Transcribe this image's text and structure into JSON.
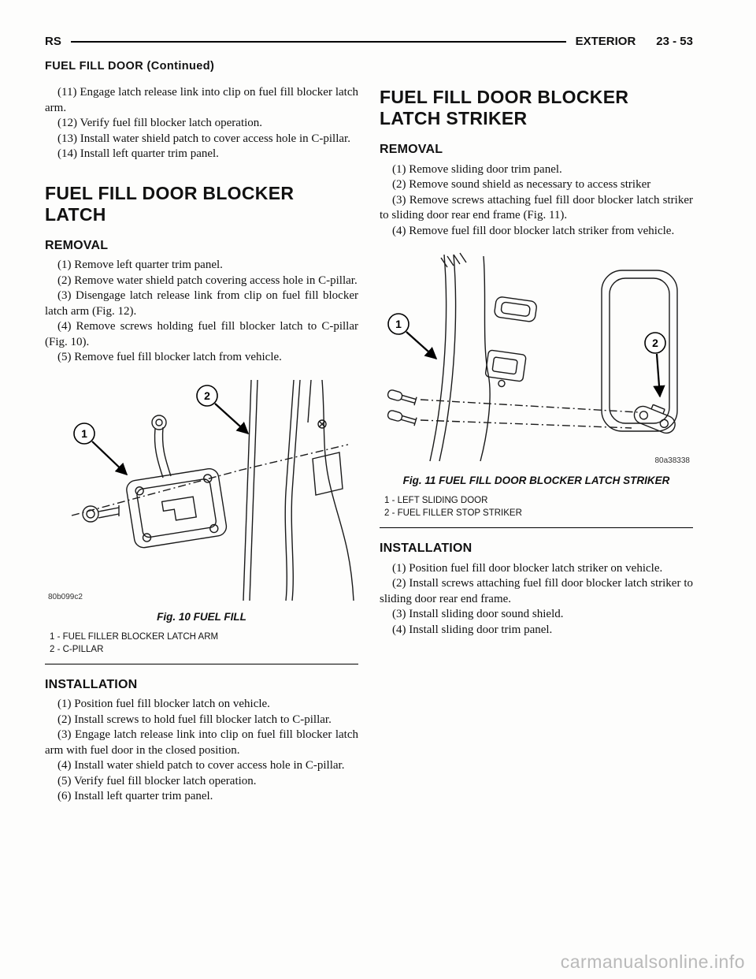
{
  "header": {
    "model": "RS",
    "section": "EXTERIOR",
    "page": "23 - 53"
  },
  "continued_heading": "FUEL FILL DOOR (Continued)",
  "left": {
    "cont_steps": [
      "(11) Engage latch release link into clip on fuel fill blocker latch arm.",
      "(12) Verify fuel fill blocker latch operation.",
      "(13) Install water shield patch to cover access hole in C-pillar.",
      "(14) Install left quarter trim panel."
    ],
    "section_title": "FUEL FILL DOOR BLOCKER LATCH",
    "removal_heading": "REMOVAL",
    "removal_steps": [
      "(1) Remove left quarter trim panel.",
      "(2) Remove water shield patch covering access hole in C-pillar.",
      "(3) Disengage latch release link from clip on fuel fill blocker latch arm (Fig. 12).",
      "(4) Remove screws holding fuel fill blocker latch to C-pillar (Fig. 10).",
      "(5) Remove fuel fill blocker latch from vehicle."
    ],
    "installation_heading": "INSTALLATION",
    "installation_steps": [
      "(1) Position fuel fill blocker latch on vehicle.",
      "(2) Install screws to hold fuel fill blocker latch to C-pillar.",
      "(3) Engage latch release link into clip on fuel fill blocker latch arm with fuel door in the closed position.",
      "(4) Install water shield patch to cover access hole in C-pillar.",
      "(5) Verify fuel fill blocker latch operation.",
      "(6) Install left quarter trim panel."
    ]
  },
  "right": {
    "section_title": "FUEL FILL DOOR BLOCKER LATCH STRIKER",
    "removal_heading": "REMOVAL",
    "removal_steps": [
      "(1) Remove sliding door trim panel.",
      "(2) Remove sound shield as necessary to access striker",
      "(3) Remove screws attaching fuel fill door blocker latch striker to sliding door rear end frame (Fig. 11).",
      "(4) Remove fuel fill door blocker latch striker from vehicle."
    ],
    "installation_heading": "INSTALLATION",
    "installation_steps": [
      "(1) Position fuel fill door blocker latch striker on vehicle.",
      "(2) Install screws attaching fuel fill door blocker latch striker to sliding door rear end frame.",
      "(3) Install sliding door sound shield.",
      "(4) Install sliding door trim panel."
    ]
  },
  "figures": {
    "fig10": {
      "code": "80b099c2",
      "caption": "Fig. 10 FUEL FILL",
      "callout_1": "1",
      "callout_2": "2",
      "legend": [
        "1 - FUEL FILLER BLOCKER LATCH ARM",
        "2 - C-PILLAR"
      ]
    },
    "fig11": {
      "code": "80a38338",
      "caption": "Fig. 11 FUEL FILL DOOR BLOCKER LATCH STRIKER",
      "callout_1": "1",
      "callout_2": "2",
      "legend": [
        "1 - LEFT SLIDING DOOR",
        "2 - FUEL FILLER STOP STRIKER"
      ]
    }
  },
  "watermark": "carmanualsonline.info"
}
